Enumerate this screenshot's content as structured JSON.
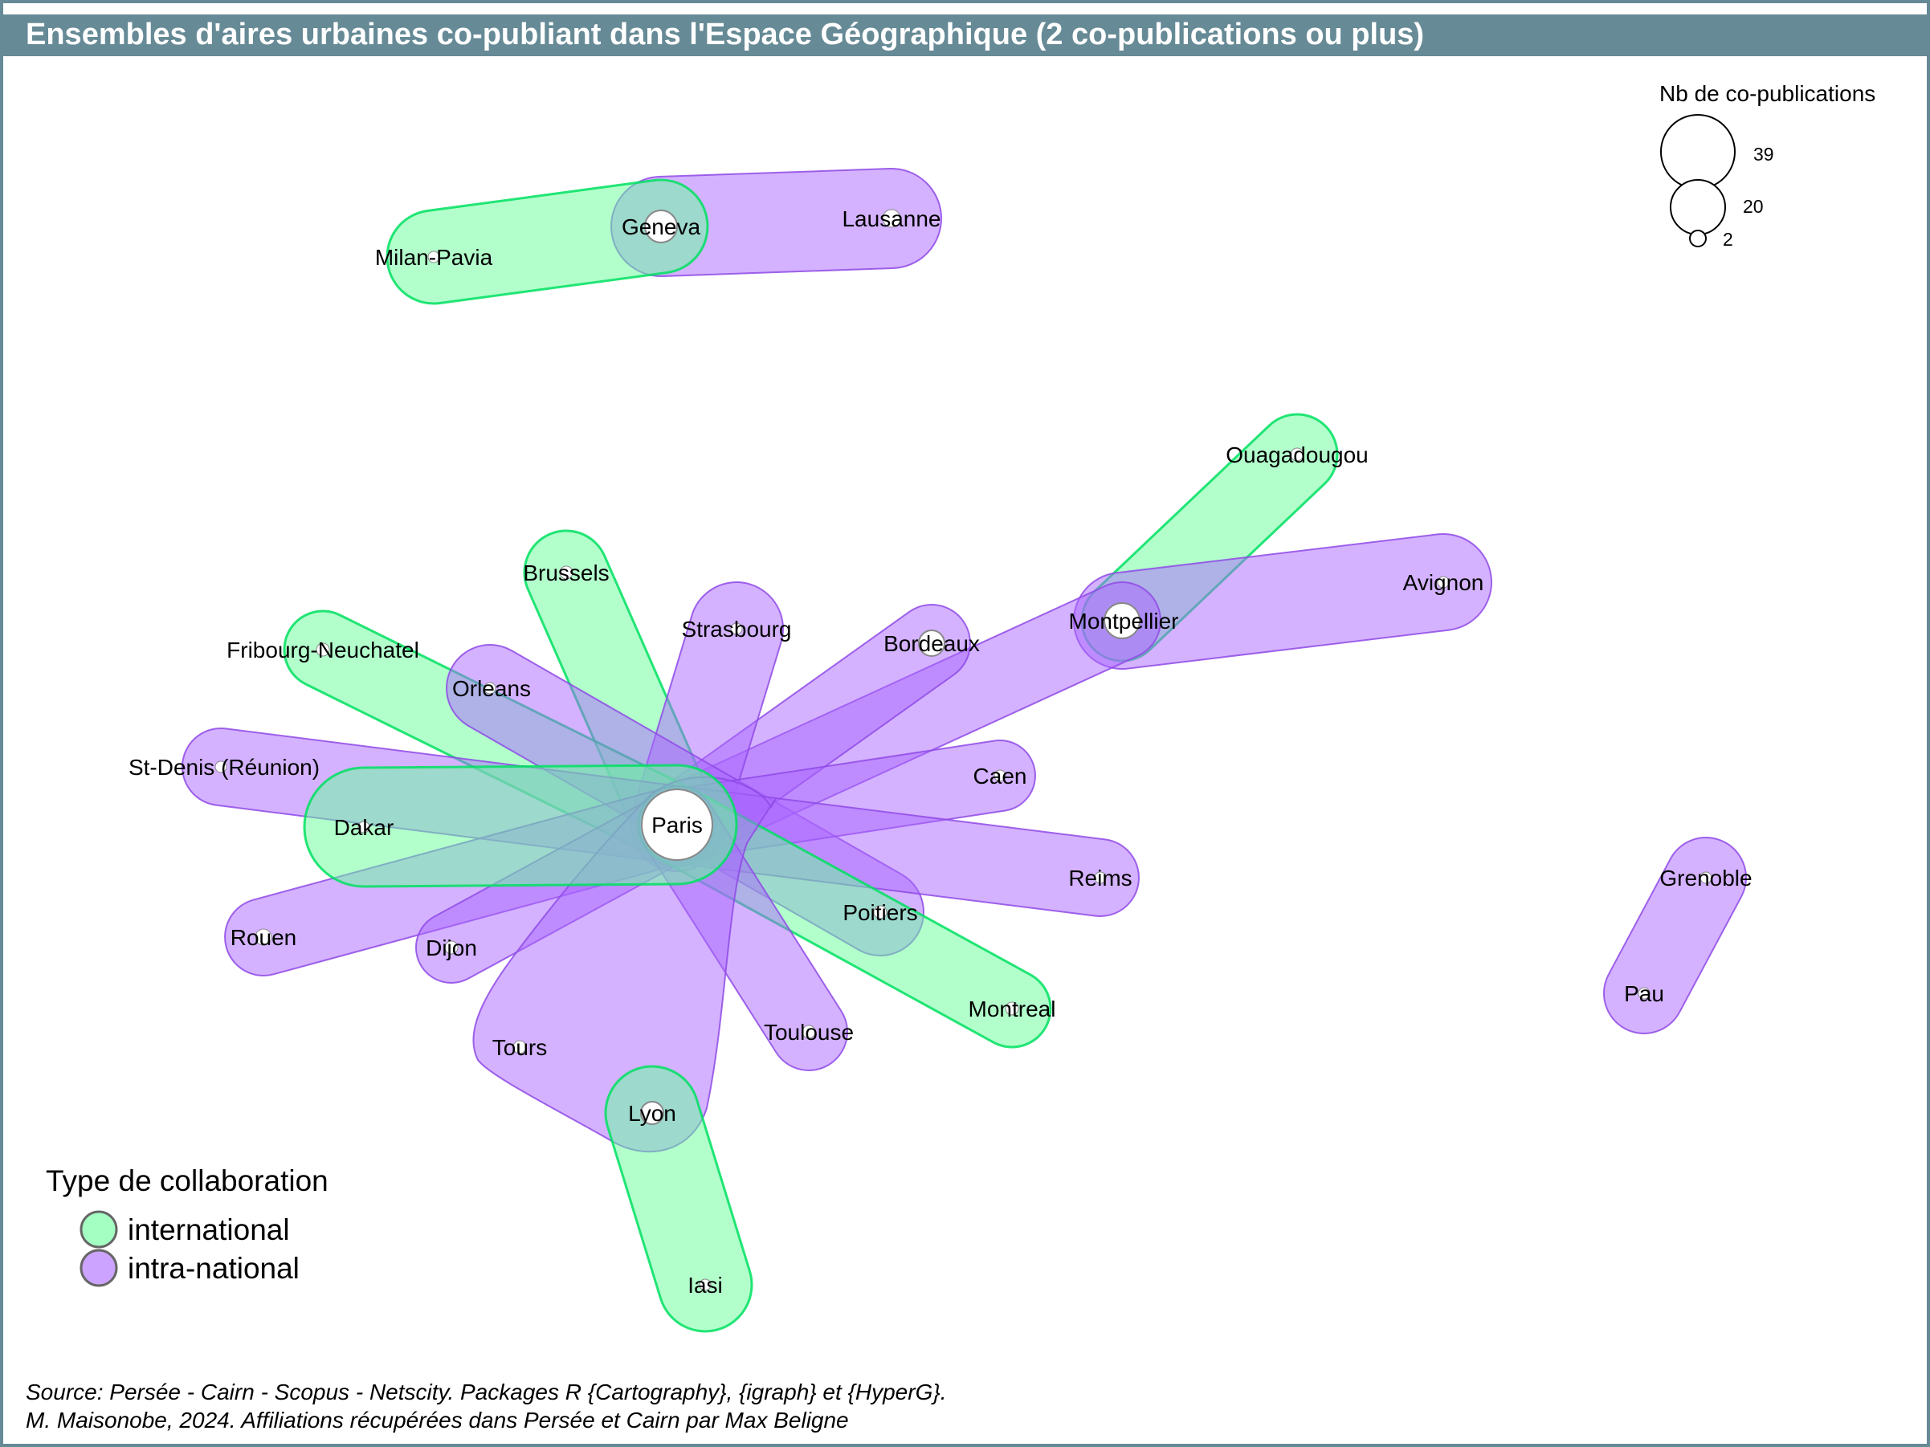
{
  "title": "Ensembles d'aires urbaines co-publiant dans l'Espace Géographique (2 co-publications ou plus)",
  "colors": {
    "header_bg": "#668a96",
    "border": "#668a96",
    "international_fill": "#66ff99",
    "international_stroke": "#00e060",
    "intranational_fill": "#aa66ff",
    "intranational_stroke": "#8f4ae6"
  },
  "size_legend": {
    "title": "Nb de co-publications",
    "values": [
      39,
      20,
      2
    ]
  },
  "type_legend": {
    "title": "Type de collaboration",
    "items": [
      {
        "key": "international",
        "label": "international"
      },
      {
        "key": "intranational",
        "label": "intra-national"
      }
    ]
  },
  "nodes": [
    {
      "id": "paris",
      "label": "Paris"
    },
    {
      "id": "geneva",
      "label": "Geneva"
    },
    {
      "id": "lausanne",
      "label": "Lausanne"
    },
    {
      "id": "milan",
      "label": "Milan-Pavia"
    },
    {
      "id": "ouaga",
      "label": "Ouagadougou"
    },
    {
      "id": "avignon",
      "label": "Avignon"
    },
    {
      "id": "montpellier",
      "label": "Montpellier"
    },
    {
      "id": "bordeaux",
      "label": "Bordeaux"
    },
    {
      "id": "brussels",
      "label": "Brussels"
    },
    {
      "id": "strasbourg",
      "label": "Strasbourg"
    },
    {
      "id": "fribourg",
      "label": "Fribourg-Neuchatel"
    },
    {
      "id": "orleans",
      "label": "Orleans"
    },
    {
      "id": "stdenis",
      "label": "St-Denis (Réunion)"
    },
    {
      "id": "caen",
      "label": "Caen"
    },
    {
      "id": "dakar",
      "label": "Dakar"
    },
    {
      "id": "reims",
      "label": "Reims"
    },
    {
      "id": "poitiers",
      "label": "Poitiers"
    },
    {
      "id": "rouen",
      "label": "Rouen"
    },
    {
      "id": "dijon",
      "label": "Dijon"
    },
    {
      "id": "montreal",
      "label": "Montreal"
    },
    {
      "id": "toulouse",
      "label": "Toulouse"
    },
    {
      "id": "tours",
      "label": "Tours"
    },
    {
      "id": "lyon",
      "label": "Lyon"
    },
    {
      "id": "iasi",
      "label": "Iasi"
    },
    {
      "id": "grenoble",
      "label": "Grenoble"
    },
    {
      "id": "pau",
      "label": "Pau"
    }
  ],
  "hyperedges": [
    {
      "type": "intranational",
      "members": [
        "geneva",
        "lausanne"
      ]
    },
    {
      "type": "international",
      "members": [
        "milan",
        "geneva"
      ]
    },
    {
      "type": "international",
      "members": [
        "montpellier",
        "ouaga"
      ]
    },
    {
      "type": "intranational",
      "members": [
        "montpellier",
        "avignon"
      ]
    },
    {
      "type": "intranational",
      "members": [
        "paris",
        "montpellier"
      ]
    },
    {
      "type": "intranational",
      "members": [
        "paris",
        "bordeaux"
      ]
    },
    {
      "type": "international",
      "members": [
        "paris",
        "brussels"
      ]
    },
    {
      "type": "intranational",
      "members": [
        "paris",
        "strasbourg"
      ]
    },
    {
      "type": "international",
      "members": [
        "paris",
        "fribourg"
      ]
    },
    {
      "type": "intranational",
      "members": [
        "orleans",
        "poitiers"
      ]
    },
    {
      "type": "intranational",
      "members": [
        "paris",
        "stdenis"
      ]
    },
    {
      "type": "intranational",
      "members": [
        "paris",
        "caen"
      ]
    },
    {
      "type": "intranational",
      "members": [
        "paris",
        "reims"
      ]
    },
    {
      "type": "intranational",
      "members": [
        "paris",
        "rouen"
      ]
    },
    {
      "type": "intranational",
      "members": [
        "paris",
        "dijon"
      ]
    },
    {
      "type": "international",
      "members": [
        "paris",
        "montreal"
      ]
    },
    {
      "type": "intranational",
      "members": [
        "paris",
        "toulouse"
      ]
    },
    {
      "type": "intranational",
      "members": [
        "paris",
        "tours",
        "lyon"
      ]
    },
    {
      "type": "international",
      "members": [
        "lyon",
        "iasi"
      ]
    },
    {
      "type": "international",
      "members": [
        "paris",
        "dakar"
      ]
    },
    {
      "type": "intranational",
      "members": [
        "grenoble",
        "pau"
      ]
    }
  ],
  "source": [
    "Source: Persée - Cairn - Scopus - Netscity. Packages R {Cartography}, {igraph} et {HyperG}.",
    "M. Maisonobe, 2024. Affiliations récupérées dans Persée et Cairn par Max Beligne"
  ]
}
